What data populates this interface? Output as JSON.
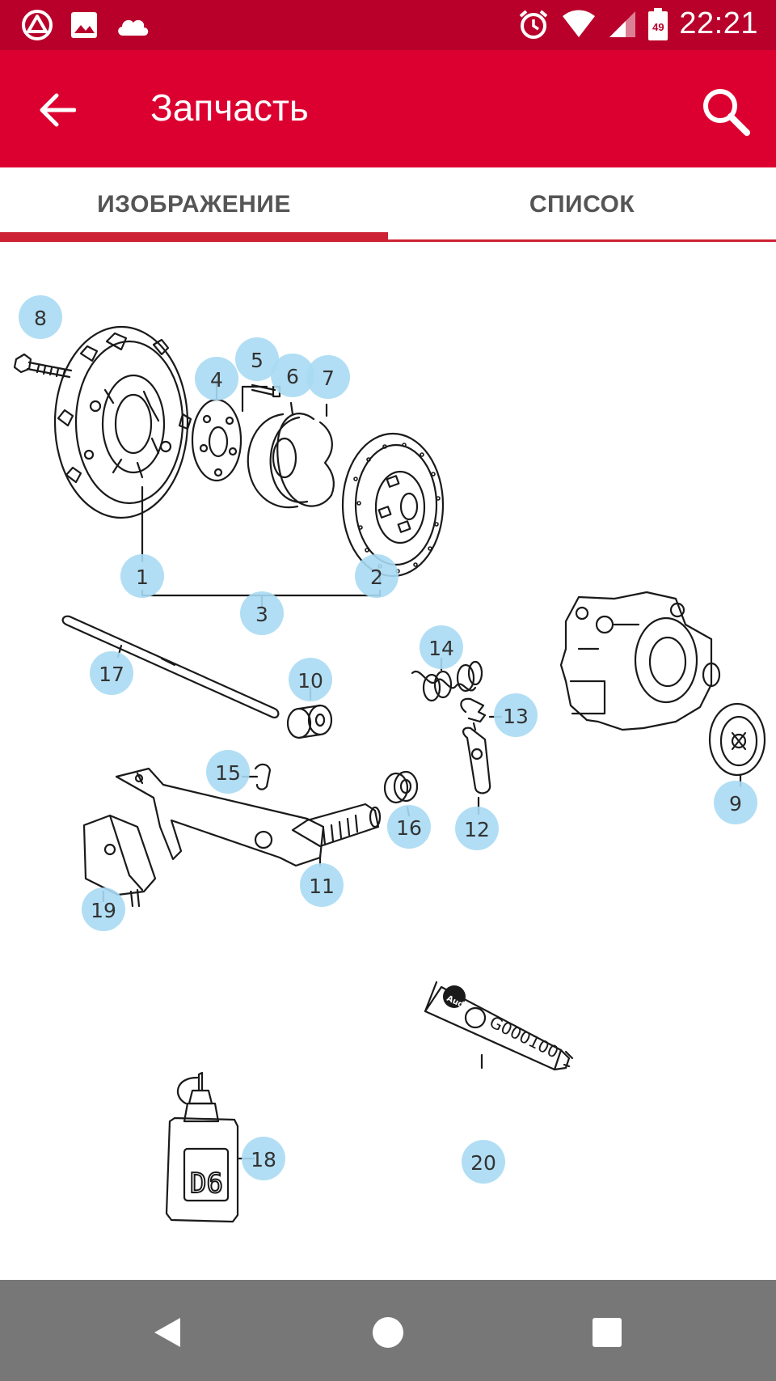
{
  "status_bar": {
    "time": "22:21",
    "battery_level": "49",
    "icons": [
      "app-notification-icon",
      "image-icon",
      "cloud-icon",
      "alarm-icon",
      "wifi-icon",
      "signal-icon",
      "battery-icon"
    ]
  },
  "app_bar": {
    "title": "Запчасть",
    "back_icon": "arrow-back-icon",
    "search_icon": "search-icon",
    "background_color": "#dc0030"
  },
  "tabs": [
    {
      "label": "ИЗОБРАЖЕНИЕ",
      "selected": true
    },
    {
      "label": "СПИСОК",
      "selected": false
    }
  ],
  "diagram": {
    "callout_color": "#a9daf3",
    "callouts": [
      "1",
      "2",
      "3",
      "4",
      "5",
      "6",
      "7",
      "8",
      "9",
      "10",
      "11",
      "12",
      "13",
      "14",
      "15",
      "16",
      "17",
      "18",
      "19",
      "20"
    ],
    "labels": {
      "bottle": "D6",
      "tube_code": "G000100",
      "tube_brand": "Audi"
    }
  },
  "nav_bar": {
    "back_icon": "nav-back-icon",
    "home_icon": "nav-home-icon",
    "recents_icon": "nav-recents-icon"
  }
}
